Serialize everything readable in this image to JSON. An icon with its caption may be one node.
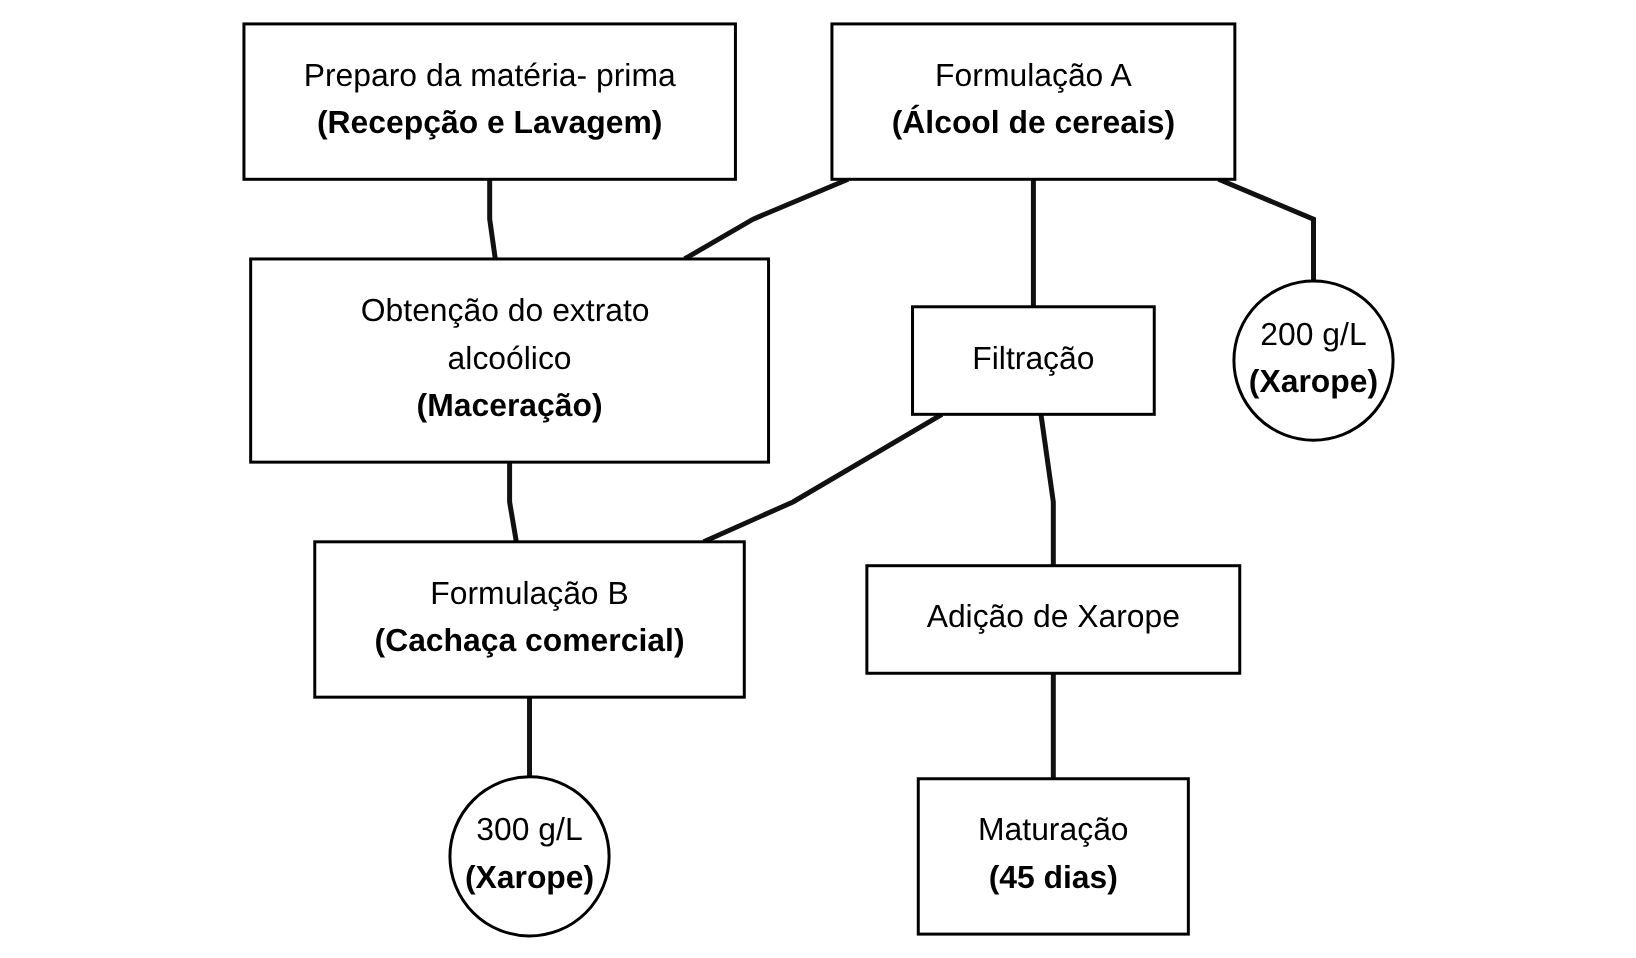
{
  "diagram": {
    "nodes": [
      {
        "text": [
          "Preparo da matéria- prima",
          "(Recepção e Lavagem)"
        ]
      },
      {
        "text": [
          "Formulação A",
          "(Álcool de cereais)"
        ]
      },
      {
        "text": [
          "Obtenção do extrato alcoólico",
          "(Maceração)"
        ]
      },
      {
        "text": [
          "Formulação B",
          "(Cachaça comercial)"
        ]
      },
      {
        "text": [
          "Filtração"
        ]
      },
      {
        "text": [
          "Adição de Xarope"
        ]
      },
      {
        "text": [
          "200 g/L",
          "(Xarope)"
        ]
      },
      {
        "text": [
          "300 g/L",
          "(Xarope)"
        ]
      },
      {
        "text": [
          "Maturação",
          "(45 dias)"
        ]
      }
    ],
    "edges": [
      {
        "from": 0,
        "to": 2,
        "arrow": "none"
      },
      {
        "from": 1,
        "to": 2,
        "arrow": "none"
      },
      {
        "from": 1,
        "to": 4,
        "arrow": "none"
      },
      {
        "from": 2,
        "to": 3,
        "arrow": "none"
      },
      {
        "from": 4,
        "to": 3,
        "arrow": "none"
      },
      {
        "from": 4,
        "to": 5,
        "arrow": "none"
      },
      {
        "from": 5,
        "to": 8,
        "arrow": "none"
      },
      {
        "from": 1,
        "to": 6,
        "arrow": "none"
      },
      {
        "from": 3,
        "to": 7,
        "arrow": "none"
      }
    ]
  }
}
